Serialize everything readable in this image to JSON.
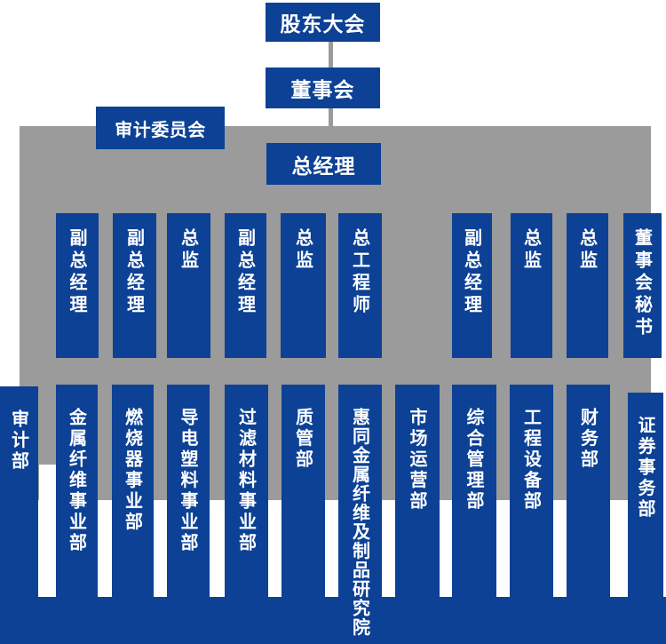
{
  "colors": {
    "box_blue": "#0c4195",
    "backdrop_gray": "#9b9b9b",
    "text_white": "#ffffff",
    "page_background": "#ffffff"
  },
  "top_chain": {
    "shareholders_meeting": {
      "label": "股东大会"
    },
    "board_of_directors": {
      "label": "董事会"
    },
    "general_manager": {
      "label": "总经理"
    }
  },
  "audit_committee": {
    "label": "审计委员会"
  },
  "middle_row": [
    {
      "id": "deputy-general-manager-1",
      "label": "副总经理"
    },
    {
      "id": "deputy-general-manager-2",
      "label": "副总经理"
    },
    {
      "id": "director-1",
      "label": "总监"
    },
    {
      "id": "deputy-general-manager-3",
      "label": "副总经理"
    },
    {
      "id": "director-2",
      "label": "总监"
    },
    {
      "id": "chief-engineer",
      "label": "总工程师"
    },
    {
      "id": "deputy-general-manager-4",
      "label": "副总经理"
    },
    {
      "id": "director-3",
      "label": "总监"
    },
    {
      "id": "director-4",
      "label": "总监"
    },
    {
      "id": "board-secretary",
      "label": "董事会秘书"
    }
  ],
  "bottom_row": [
    {
      "id": "audit-dept",
      "label": "审计部"
    },
    {
      "id": "metal-fiber-division",
      "label": "金属纤维事业部"
    },
    {
      "id": "burner-division",
      "label": "燃烧器事业部"
    },
    {
      "id": "conductive-plastics-division",
      "label": "导电塑料事业部"
    },
    {
      "id": "filter-materials-division",
      "label": "过滤材料事业部"
    },
    {
      "id": "quality-management-dept",
      "label": "质管部"
    },
    {
      "id": "metal-fiber-products-research-institute",
      "label": "惠同金属纤维及制品研究院"
    },
    {
      "id": "marketing-operations-dept",
      "label": "市场运营部"
    },
    {
      "id": "general-administration-dept",
      "label": "综合管理部"
    },
    {
      "id": "engineering-equipment-dept",
      "label": "工程设备部"
    },
    {
      "id": "finance-dept",
      "label": "财务部"
    },
    {
      "id": "securities-affairs-dept",
      "label": "证券事务部"
    }
  ]
}
